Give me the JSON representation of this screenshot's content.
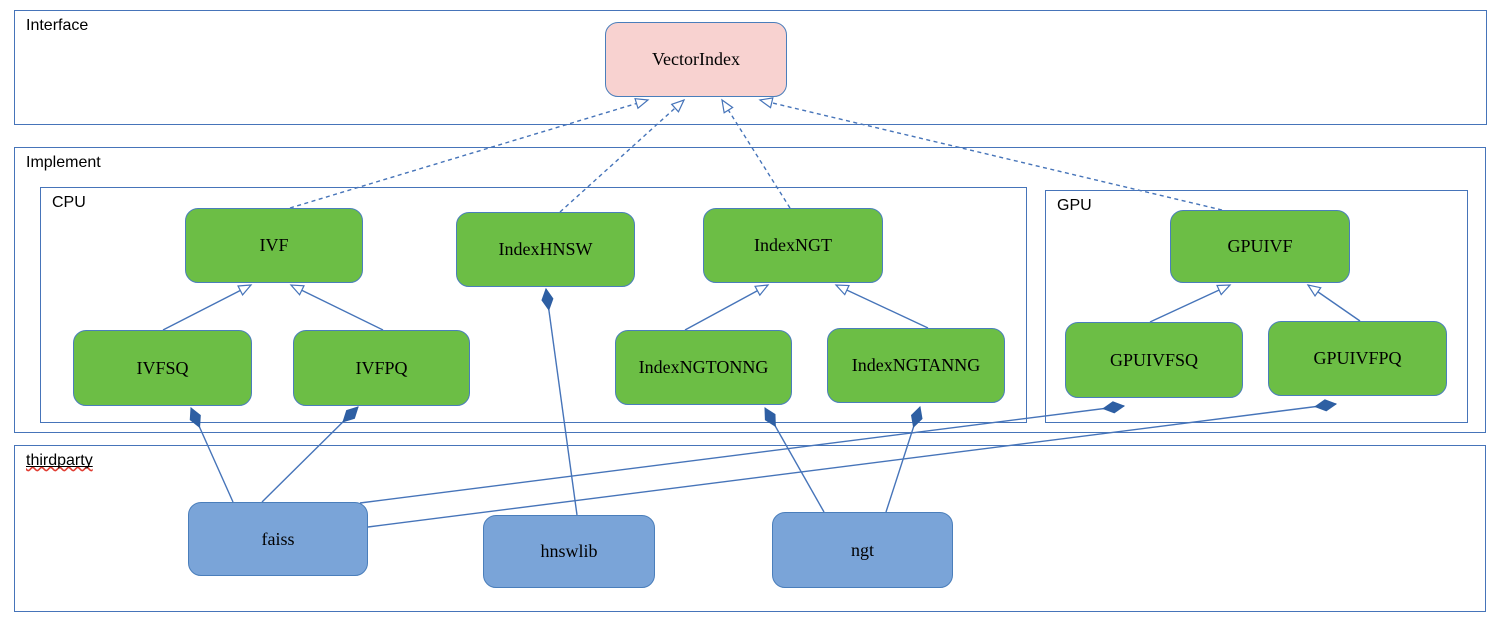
{
  "diagram": {
    "layers": {
      "interface": {
        "label": "Interface"
      },
      "implement": {
        "label": "Implement"
      },
      "cpu": {
        "label": "CPU"
      },
      "gpu": {
        "label": "GPU"
      },
      "thirdparty": {
        "label": "thirdparty"
      }
    },
    "nodes": {
      "vectorindex": {
        "label": "VectorIndex",
        "kind": "interface",
        "layer": "interface"
      },
      "ivf": {
        "label": "IVF",
        "kind": "class",
        "layer": "cpu"
      },
      "indexhnsw": {
        "label": "IndexHNSW",
        "kind": "class",
        "layer": "cpu"
      },
      "indexngt": {
        "label": "IndexNGT",
        "kind": "class",
        "layer": "cpu"
      },
      "ivfsq": {
        "label": "IVFSQ",
        "kind": "class",
        "layer": "cpu"
      },
      "ivfpq": {
        "label": "IVFPQ",
        "kind": "class",
        "layer": "cpu"
      },
      "indexngtonng": {
        "label": "IndexNGTONNG",
        "kind": "class",
        "layer": "cpu"
      },
      "indexngtanng": {
        "label": "IndexNGTANNG",
        "kind": "class",
        "layer": "cpu"
      },
      "gpuivf": {
        "label": "GPUIVF",
        "kind": "class",
        "layer": "gpu"
      },
      "gpuivfsq": {
        "label": "GPUIVFSQ",
        "kind": "class",
        "layer": "gpu"
      },
      "gpuivfpq": {
        "label": "GPUIVFPQ",
        "kind": "class",
        "layer": "gpu"
      },
      "faiss": {
        "label": "faiss",
        "kind": "library",
        "layer": "thirdparty"
      },
      "hnswlib": {
        "label": "hnswlib",
        "kind": "library",
        "layer": "thirdparty"
      },
      "ngt": {
        "label": "ngt",
        "kind": "library",
        "layer": "thirdparty"
      }
    },
    "edges": [
      {
        "from": "IVF",
        "to": "VectorIndex",
        "type": "realization-dashed-open-arrow"
      },
      {
        "from": "IndexHNSW",
        "to": "VectorIndex",
        "type": "realization-dashed-open-arrow"
      },
      {
        "from": "IndexNGT",
        "to": "VectorIndex",
        "type": "realization-dashed-open-arrow"
      },
      {
        "from": "GPUIVF",
        "to": "VectorIndex",
        "type": "realization-dashed-open-arrow"
      },
      {
        "from": "IVFSQ",
        "to": "IVF",
        "type": "generalization-open-arrow"
      },
      {
        "from": "IVFPQ",
        "to": "IVF",
        "type": "generalization-open-arrow"
      },
      {
        "from": "IndexNGTONNG",
        "to": "IndexNGT",
        "type": "generalization-open-arrow"
      },
      {
        "from": "IndexNGTANNG",
        "to": "IndexNGT",
        "type": "generalization-open-arrow"
      },
      {
        "from": "GPUIVFSQ",
        "to": "GPUIVF",
        "type": "generalization-open-arrow"
      },
      {
        "from": "GPUIVFPQ",
        "to": "GPUIVF",
        "type": "generalization-open-arrow"
      },
      {
        "from": "hnswlib",
        "to": "IndexHNSW",
        "type": "composition-filled-diamond"
      },
      {
        "from": "faiss",
        "to": "IVFSQ",
        "type": "composition-filled-diamond"
      },
      {
        "from": "faiss",
        "to": "IVFPQ",
        "type": "composition-filled-diamond"
      },
      {
        "from": "faiss",
        "to": "GPUIVFSQ",
        "type": "composition-filled-diamond"
      },
      {
        "from": "faiss",
        "to": "GPUIVFPQ",
        "type": "composition-filled-diamond"
      },
      {
        "from": "ngt",
        "to": "IndexNGTONNG",
        "type": "composition-filled-diamond"
      },
      {
        "from": "ngt",
        "to": "IndexNGTANNG",
        "type": "composition-filled-diamond"
      }
    ],
    "colors": {
      "border_blue": "#4674b9",
      "node_green": "#6cbe45",
      "node_pink": "#f8d2d0",
      "node_blue": "#7aa4d8",
      "diamond_fill": "#2e5fa3",
      "squiggle_red": "#e03c31",
      "text": "#000000"
    }
  }
}
